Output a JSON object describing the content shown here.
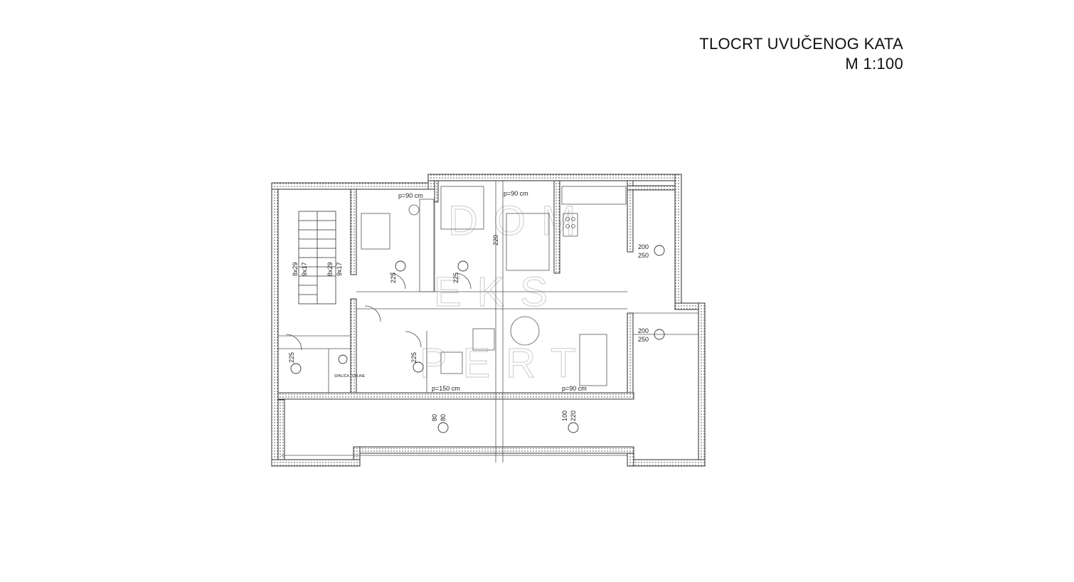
{
  "title": {
    "line1": "TLOCRT UVUČENOG KATA",
    "line2": "M 1:100"
  },
  "watermark": {
    "line1": "DOM",
    "line2": "EKS",
    "line3": "PERT"
  },
  "stairs": {
    "label_a": "8x29",
    "label_b": "9x17",
    "label_c": "8x29",
    "label_d": "9x17"
  },
  "openings": {
    "p1": "p=90 cm",
    "p2": "p=90 cm",
    "p3": "p=150 cm",
    "p4": "p=90 cm",
    "w1_top": "200",
    "w1_bot": "250",
    "w2_top": "200",
    "w2_bot": "250",
    "d1": "225",
    "d2": "225",
    "d3": "225",
    "d4": "225",
    "t1_top": "80",
    "t1_bot": "80",
    "t2_top": "100",
    "t2_bot": "220",
    "h1": "220"
  },
  "rooms": {
    "storage": "SPALIĆA TOPLINE"
  }
}
